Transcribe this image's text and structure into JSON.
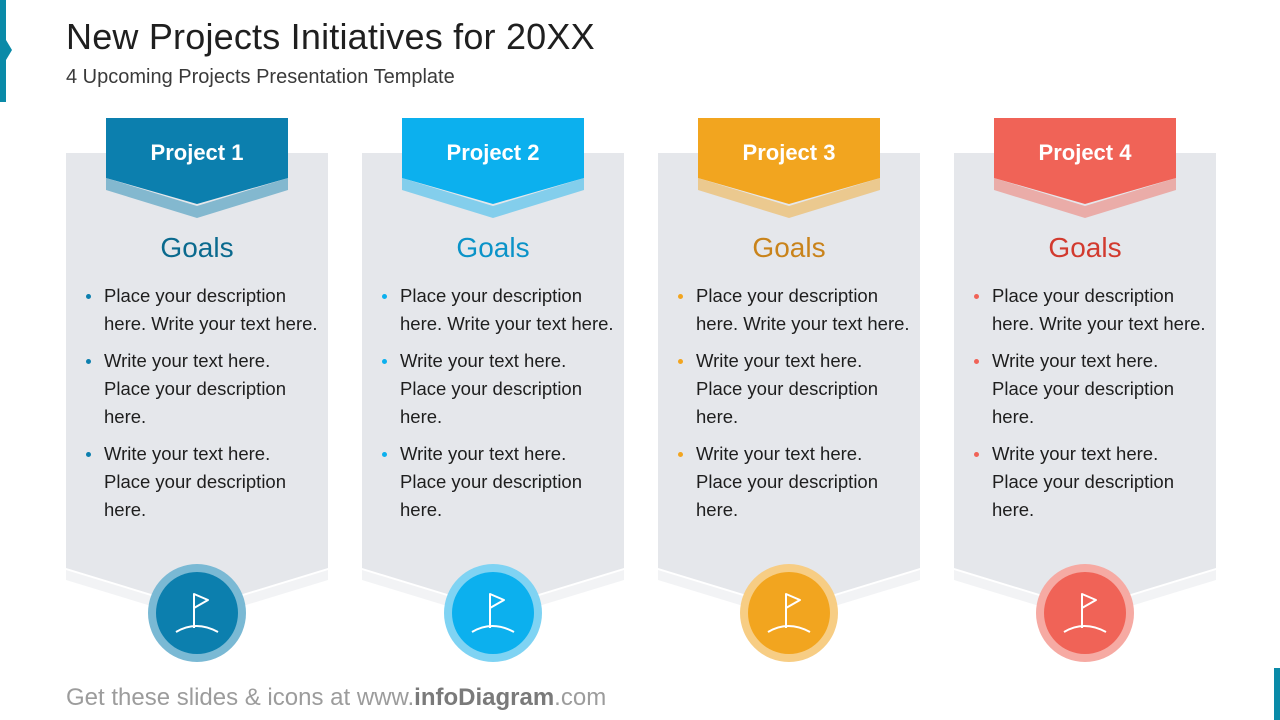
{
  "slide": {
    "title": "New Projects Initiatives for 20XX",
    "subtitle": "4 Upcoming Projects Presentation Template"
  },
  "colors": {
    "accent": "#0a8aa8",
    "card_bg": "#e5e7eb",
    "project_1": "#0c7fae",
    "project_2": "#0cb0ee",
    "project_3": "#f2a51f",
    "project_4": "#f06357"
  },
  "projects": [
    {
      "label": "Project 1",
      "heading": "Goals",
      "icon": "flag-icon",
      "bullets": [
        "Place your description here. Write your text here.",
        "Write your text here. Place your description here.",
        "Write your text here. Place your description here."
      ]
    },
    {
      "label": "Project 2",
      "heading": "Goals",
      "icon": "flag-icon",
      "bullets": [
        "Place your description here. Write your text here.",
        "Write your text here. Place your description here.",
        "Write your text here. Place your description here."
      ]
    },
    {
      "label": "Project 3",
      "heading": "Goals",
      "icon": "flag-icon",
      "bullets": [
        "Place your description here. Write your text here.",
        "Write your text here. Place your description here.",
        "Write your text here. Place your description here."
      ]
    },
    {
      "label": "Project 4",
      "heading": "Goals",
      "icon": "flag-icon",
      "bullets": [
        "Place your description here. Write your text here.",
        "Write your text here. Place your description here.",
        "Write your text here. Place your description here."
      ]
    }
  ],
  "footer": {
    "prefix": "Get these slides & icons at www.",
    "brand": "infoDiagram",
    "suffix": ".com"
  }
}
